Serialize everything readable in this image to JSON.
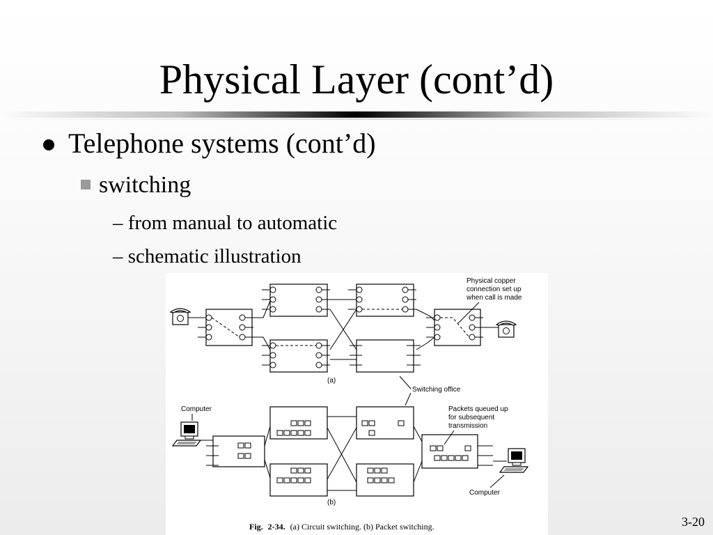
{
  "slide": {
    "title": "Physical Layer (cont’d)",
    "bullet1": "Telephone systems (cont’d)",
    "bullet2": "switching",
    "bullet3a": "– from manual to automatic",
    "bullet3b": "– schematic illustration",
    "page_number": "3-20"
  },
  "figure": {
    "callout_copper": [
      "Physical copper",
      "connection set up",
      "when call is made"
    ],
    "part_a_label": "(a)",
    "callout_office": "Switching office",
    "callout_computer_left": "Computer",
    "callout_packets": [
      "Packets queued up",
      "for subsequent",
      "transmission"
    ],
    "callout_computer_right": "Computer",
    "part_b_label": "(b)",
    "caption_fig": "Fig.",
    "caption_num": "2-34.",
    "caption_text": "(a) Circuit switching. (b) Packet switching."
  }
}
